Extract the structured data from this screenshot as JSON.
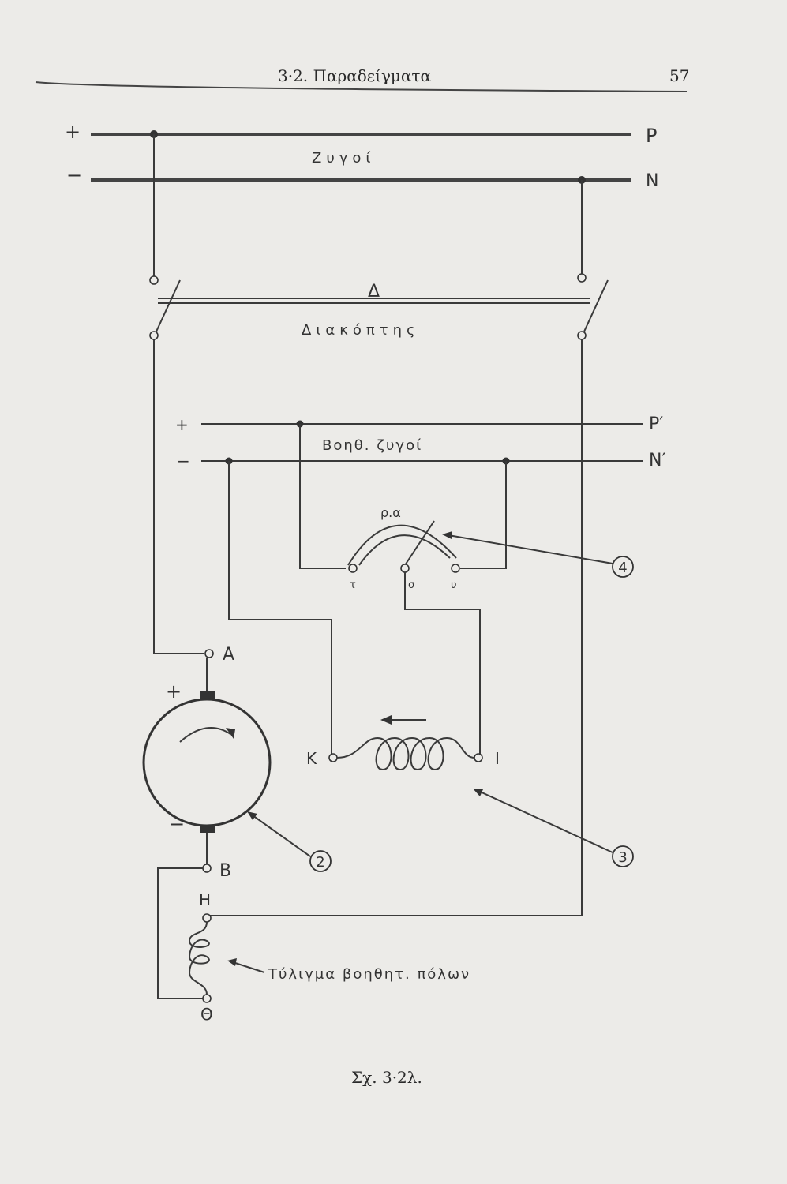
{
  "header": {
    "section_title": "3·2. Παραδείγματα",
    "page_number": "57"
  },
  "diagram": {
    "main_bus": {
      "plus": "+",
      "minus": "−",
      "p": "P",
      "n": "N",
      "label": "Ζυγοί"
    },
    "switch": {
      "symbol": "Δ",
      "label": "Διακόπτης"
    },
    "aux_bus": {
      "plus": "+",
      "minus": "−",
      "p": "P′",
      "n": "N′",
      "label": "Βοηθ. ζυγοί"
    },
    "rheostat": {
      "label": "ρ.α",
      "t": "τ",
      "s": "σ",
      "u": "υ"
    },
    "terminals": {
      "a": "A",
      "b": "B",
      "k": "K",
      "i": "I",
      "h": "H",
      "theta": "Θ"
    },
    "motor": {
      "plus": "+",
      "minus": "−"
    },
    "callouts": [
      "2",
      "3",
      "4"
    ],
    "field_winding_label": "Τύλιγμα βοηθητ. πόλων"
  },
  "caption": "Σχ. 3·2λ."
}
